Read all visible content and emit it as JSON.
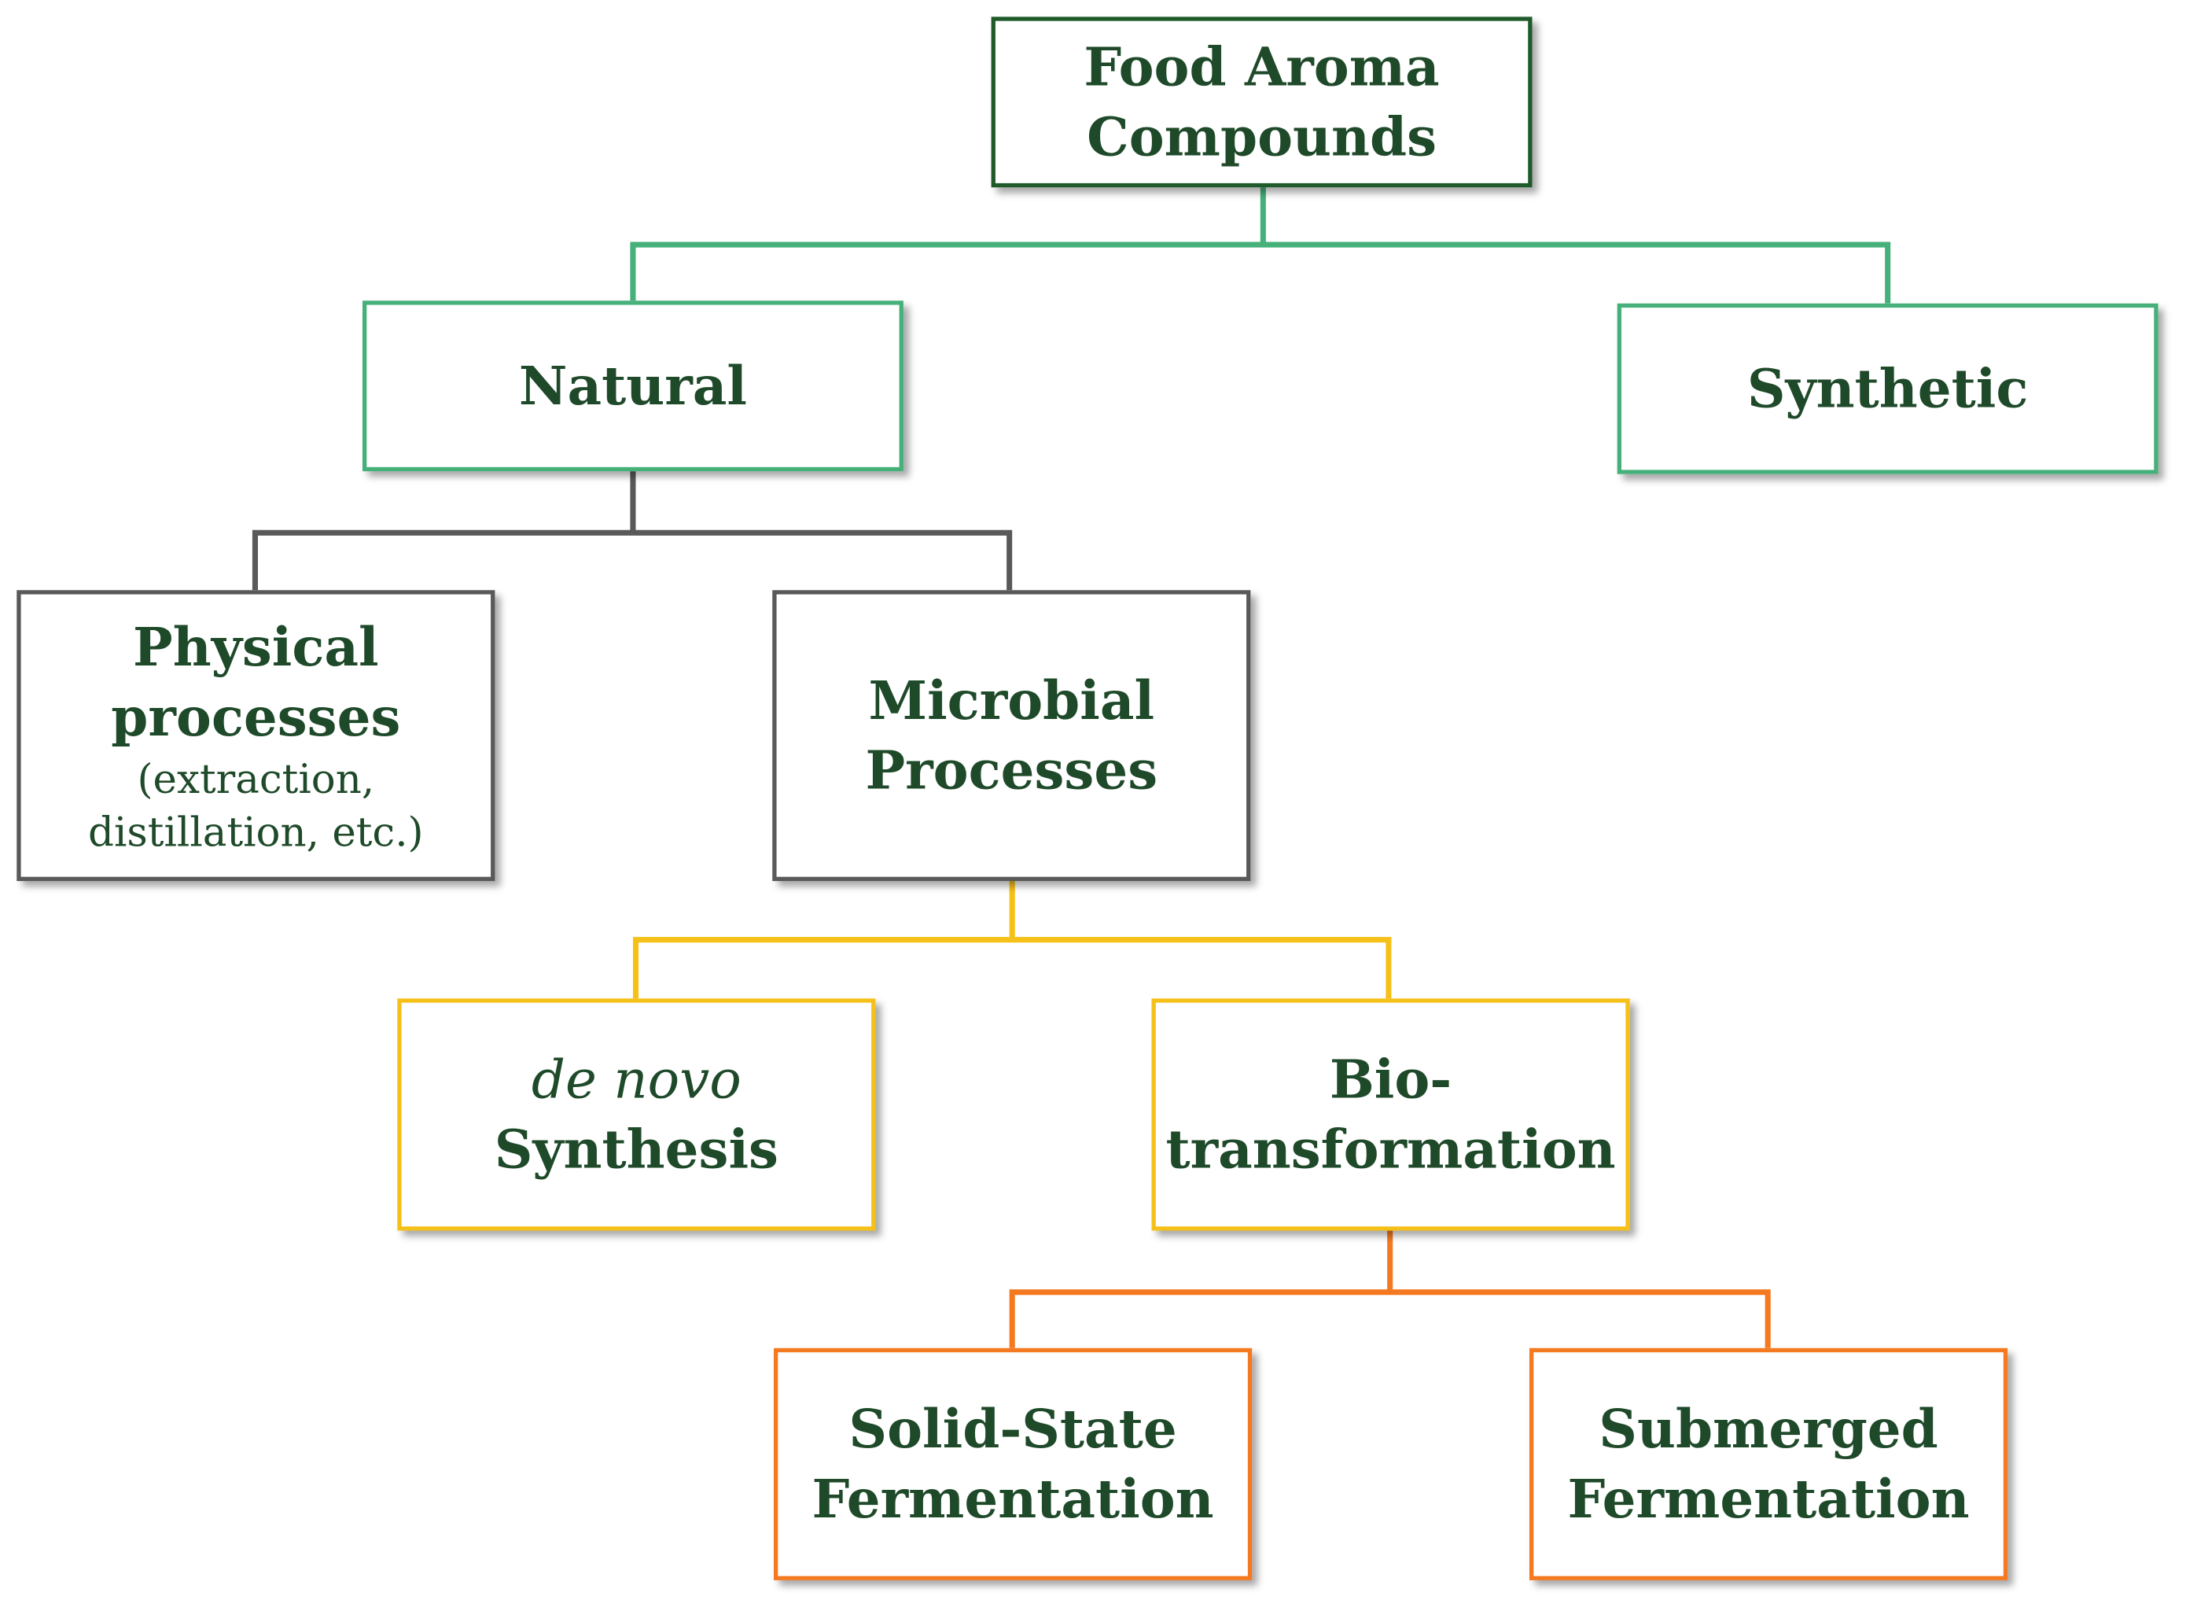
{
  "nodes": {
    "root": {
      "line1": "Food Aroma",
      "line2": "Compounds"
    },
    "natural": {
      "label": "Natural"
    },
    "synthetic": {
      "label": "Synthetic"
    },
    "physical": {
      "line1": "Physical",
      "line2": "processes",
      "note1": "(extraction,",
      "note2": "distillation, etc.)"
    },
    "microbial": {
      "line1": "Microbial",
      "line2": "Processes"
    },
    "denovo": {
      "line1": "de novo",
      "line2": "Synthesis"
    },
    "biotransformation": {
      "line1": "Bio-",
      "line2": "transformation"
    },
    "solid_state": {
      "line1": "Solid-State",
      "line2": "Fermentation"
    },
    "submerged": {
      "line1": "Submerged",
      "line2": "Fermentation"
    }
  },
  "colors": {
    "text": "#1f4a2a",
    "root_border": "#1f5a2a",
    "level1": "#46b07a",
    "level2": "#595959",
    "level3": "#f5c118",
    "level4": "#f47920"
  }
}
